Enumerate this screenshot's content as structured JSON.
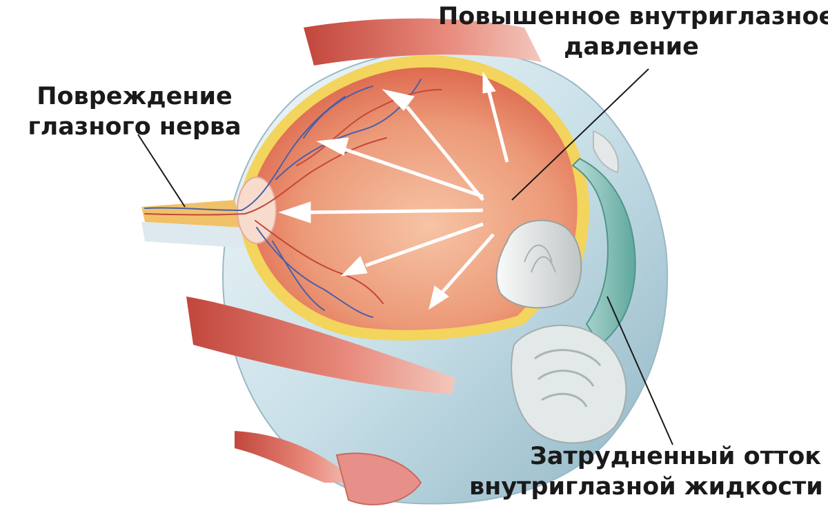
{
  "labels": {
    "pressure": {
      "line1": "Повышенное внутриглазное",
      "line2": "давление"
    },
    "nerve": {
      "line1": "Повреждение",
      "line2": "глазного нерва"
    },
    "outflow": {
      "line1": "Затрудненный отток",
      "line2": "внутриглазной жидкости"
    }
  },
  "colors": {
    "sclera": "#bfdbe4",
    "vitreous": "#e8836a",
    "retina_yellow": "#f3d45c",
    "muscle": "#d9645a",
    "cornea_teal": "#7fbfb6",
    "lens": "#e9ecec",
    "vessel": "#4a5fa8",
    "arrow": "#ffffff",
    "text": "#1a1a1a"
  }
}
